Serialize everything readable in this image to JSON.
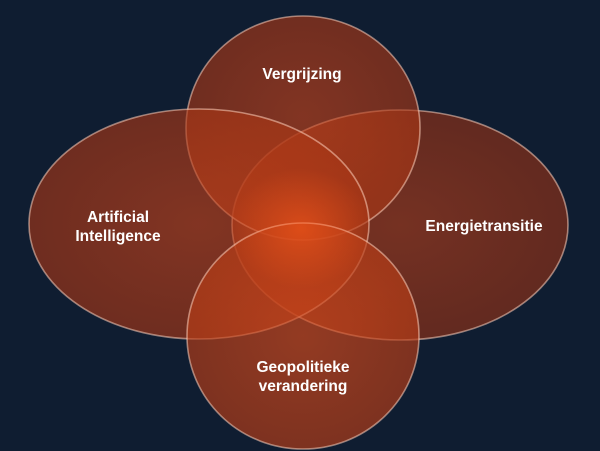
{
  "diagram": {
    "background_color": "#0f1d31",
    "circle_color": "#b53a18",
    "labels": {
      "top": "Vergrijzing",
      "left_line1": "Artificial",
      "left_line2": "Intelligence",
      "right": "Energietransitie",
      "bottom_line1": "Geopolitieke",
      "bottom_line2": "verandering"
    }
  }
}
